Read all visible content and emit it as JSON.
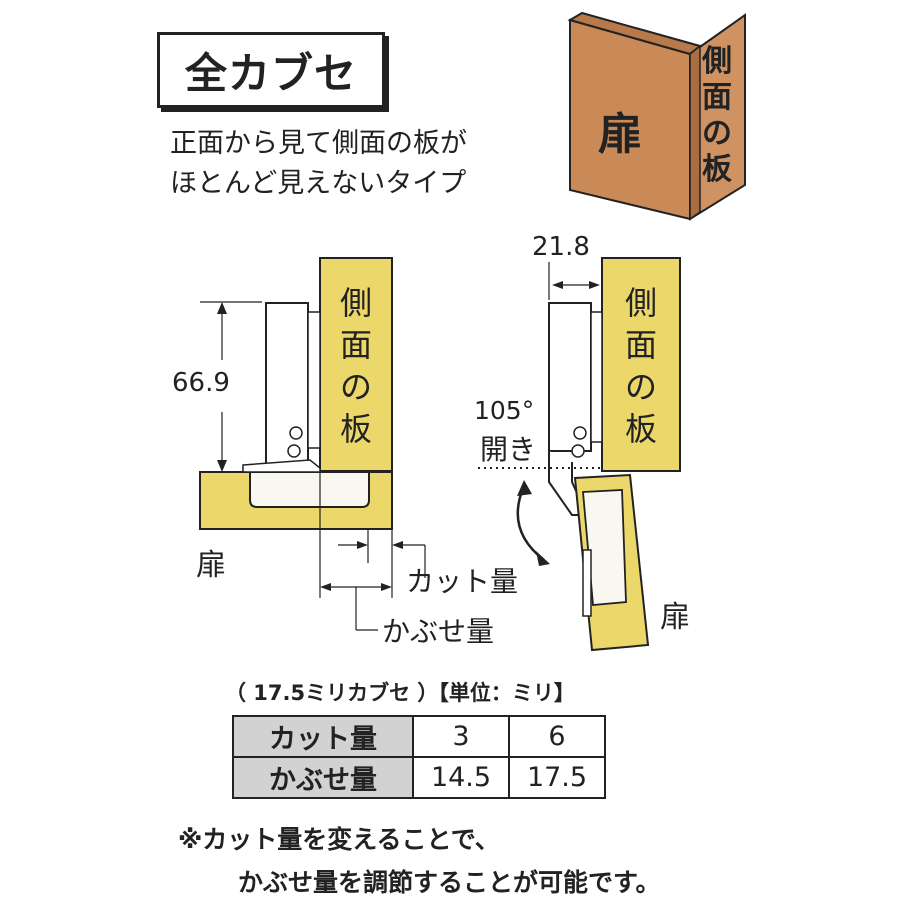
{
  "title": "全カブセ",
  "description": [
    "正面から見て側面の板が",
    "ほとんど見えないタイプ"
  ],
  "illustration": {
    "door_label": "扉",
    "side_panel_label": [
      "側",
      "面",
      "の",
      "板"
    ]
  },
  "left_diagram": {
    "height_value": "66.9",
    "side_panel_label": [
      "側",
      "面",
      "の",
      "板"
    ],
    "door_label": "扉",
    "cut_label": "カット量",
    "overlay_label": "かぶせ量"
  },
  "right_diagram": {
    "width_value": "21.8",
    "side_panel_label": [
      "側",
      "面",
      "の",
      "板"
    ],
    "angle_label": "105°",
    "open_label": "開き",
    "door_label": "扉"
  },
  "table": {
    "caption": "（ 17.5ミリカブセ ）【単位：ミリ】",
    "rows": [
      {
        "header": "カット量",
        "values": [
          "3",
          "6"
        ]
      },
      {
        "header": "かぶせ量",
        "values": [
          "14.5",
          "17.5"
        ]
      }
    ]
  },
  "notes": [
    "※カット量を変えることで、",
    "かぶせ量を調節することが可能です。"
  ],
  "colors": {
    "panel_yellow": "#ecd86a",
    "wood_brown": "#c98a58",
    "outline": "#222222"
  }
}
